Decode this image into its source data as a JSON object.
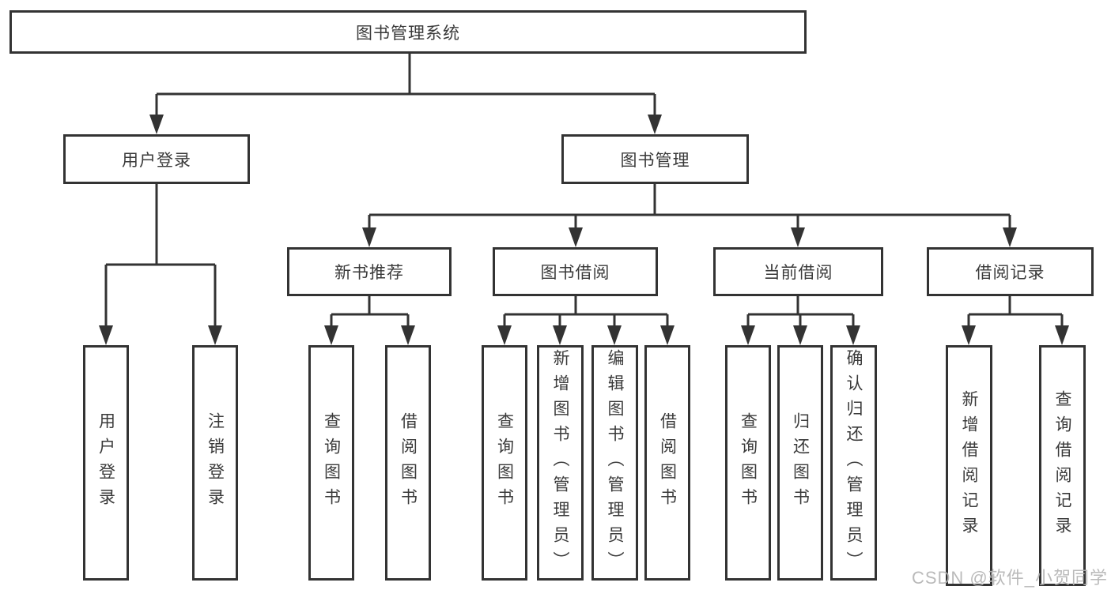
{
  "diagram": {
    "root": {
      "label": "图书管理系统"
    },
    "branches": [
      {
        "label": "用户登录",
        "children": [
          {
            "label": "用户登录"
          },
          {
            "label": "注销登录"
          }
        ]
      },
      {
        "label": "图书管理",
        "children": [
          {
            "label": "新书推荐",
            "children": [
              {
                "label": "查询图书"
              },
              {
                "label": "借阅图书"
              }
            ]
          },
          {
            "label": "图书借阅",
            "children": [
              {
                "label": "查询图书"
              },
              {
                "label": "新增图书（管理员）"
              },
              {
                "label": "编辑图书（管理员）"
              },
              {
                "label": "借阅图书"
              }
            ]
          },
          {
            "label": "当前借阅",
            "children": [
              {
                "label": "查询图书"
              },
              {
                "label": "归还图书"
              },
              {
                "label": "确认归还（管理员）"
              }
            ]
          },
          {
            "label": "借阅记录",
            "children": [
              {
                "label": "新增借阅记录"
              },
              {
                "label": "查询借阅记录"
              }
            ]
          }
        ]
      }
    ]
  },
  "watermark": {
    "text": "CSDN @软件_小贺同学",
    "color": "#b5b5b5"
  },
  "colors": {
    "line": "#333333",
    "box_border": "#333333",
    "text": "#3a3a3a",
    "background": "#ffffff"
  }
}
